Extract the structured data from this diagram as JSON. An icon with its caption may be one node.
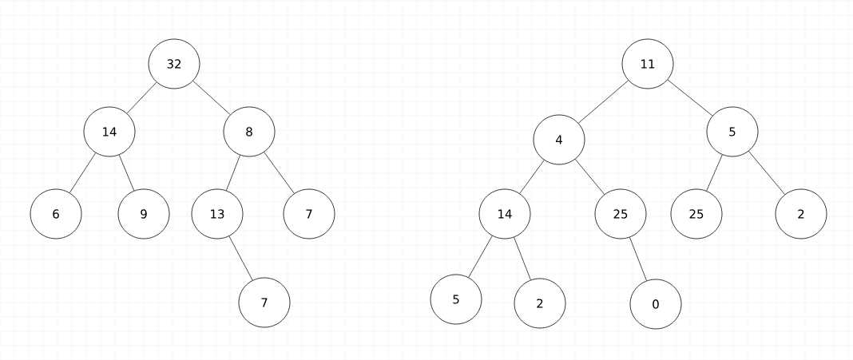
{
  "diagram": {
    "nodes": [
      {
        "text": [
          "32"
        ]
      },
      {
        "text": [
          "14"
        ]
      },
      {
        "text": [
          "8"
        ]
      },
      {
        "text": [
          "6"
        ]
      },
      {
        "text": [
          "9"
        ]
      },
      {
        "text": [
          "13"
        ]
      },
      {
        "text": [
          "7"
        ]
      },
      {
        "text": [
          "7"
        ]
      },
      {
        "text": [
          "11"
        ]
      },
      {
        "text": [
          "4"
        ]
      },
      {
        "text": [
          "5"
        ]
      },
      {
        "text": [
          "14"
        ]
      },
      {
        "text": [
          "25"
        ]
      },
      {
        "text": [
          "25"
        ]
      },
      {
        "text": [
          "2"
        ]
      },
      {
        "text": [
          "5"
        ]
      },
      {
        "text": [
          "2"
        ]
      },
      {
        "text": [
          "0"
        ]
      }
    ],
    "edges": [
      {
        "from": 0,
        "to": 1,
        "arrow": "none"
      },
      {
        "from": 0,
        "to": 2,
        "arrow": "none"
      },
      {
        "from": 1,
        "to": 3,
        "arrow": "none"
      },
      {
        "from": 1,
        "to": 4,
        "arrow": "none"
      },
      {
        "from": 2,
        "to": 5,
        "arrow": "none"
      },
      {
        "from": 2,
        "to": 6,
        "arrow": "none"
      },
      {
        "from": 5,
        "to": 7,
        "arrow": "none"
      },
      {
        "from": 8,
        "to": 9,
        "arrow": "none"
      },
      {
        "from": 8,
        "to": 10,
        "arrow": "none"
      },
      {
        "from": 9,
        "to": 11,
        "arrow": "none"
      },
      {
        "from": 9,
        "to": 12,
        "arrow": "none"
      },
      {
        "from": 10,
        "to": 13,
        "arrow": "none"
      },
      {
        "from": 10,
        "to": 14,
        "arrow": "none"
      },
      {
        "from": 11,
        "to": 15,
        "arrow": "none"
      },
      {
        "from": 11,
        "to": 16,
        "arrow": "none"
      },
      {
        "from": 12,
        "to": 17,
        "arrow": "none"
      }
    ]
  }
}
